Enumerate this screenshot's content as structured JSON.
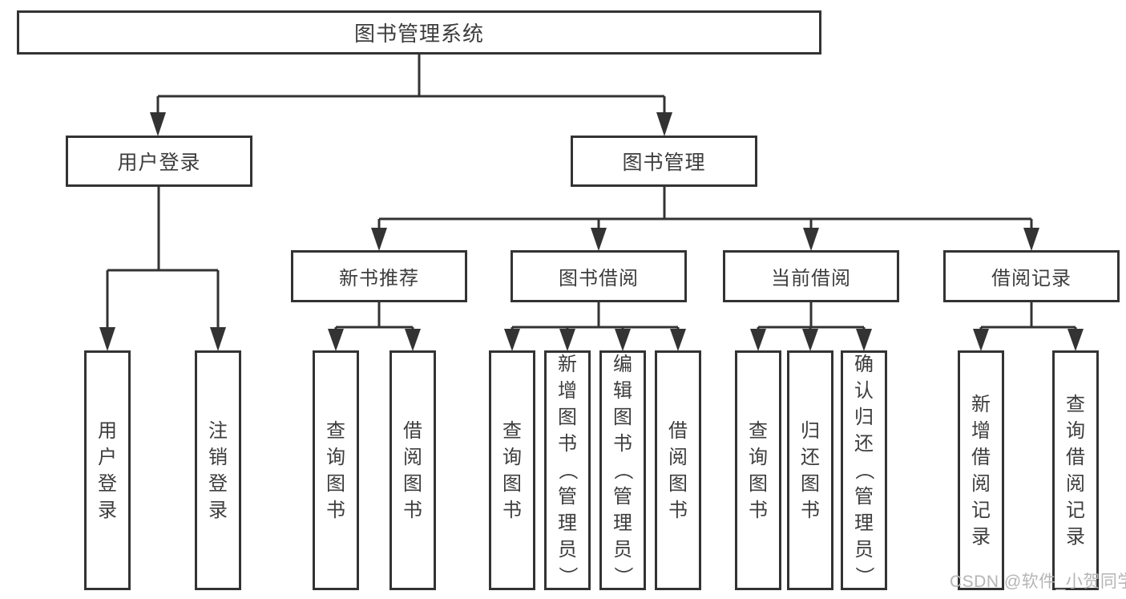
{
  "diagram": {
    "root": {
      "label": "图书管理系统"
    },
    "branches": [
      {
        "label": "用户登录",
        "children": [
          {
            "label": "用户登录"
          },
          {
            "label": "注销登录"
          }
        ]
      },
      {
        "label": "图书管理",
        "children": [
          {
            "label": "新书推荐",
            "children": [
              {
                "label": "查询图书"
              },
              {
                "label": "借阅图书"
              }
            ]
          },
          {
            "label": "图书借阅",
            "children": [
              {
                "label": "查询图书"
              },
              {
                "label": "新增图书（管理员）"
              },
              {
                "label": "编辑图书（管理员）"
              },
              {
                "label": "借阅图书"
              }
            ]
          },
          {
            "label": "当前借阅",
            "children": [
              {
                "label": "查询图书"
              },
              {
                "label": "归还图书"
              },
              {
                "label": "确认归还（管理员）"
              }
            ]
          },
          {
            "label": "借阅记录",
            "children": [
              {
                "label": "新增借阅记录"
              },
              {
                "label": "查询借阅记录"
              }
            ]
          }
        ]
      }
    ]
  },
  "watermark": "CSDN @软件_小贺同学",
  "colors": {
    "line": "#333333",
    "box_border": "#333333",
    "text": "#3d3d3d",
    "background": "#ffffff",
    "watermark": "#b5b5b5"
  }
}
